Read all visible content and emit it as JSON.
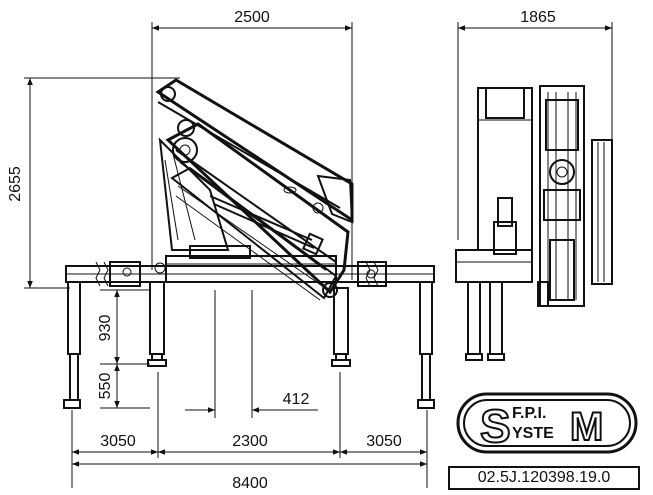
{
  "dimensions": {
    "front_width": "2500",
    "side_width": "1865",
    "height": "2655",
    "stroke_upper": "930",
    "stroke_lower": "550",
    "small_offset": "412",
    "outrigger_left": "3050",
    "outrigger_center": "2300",
    "outrigger_right": "3050",
    "total_span": "8400"
  },
  "logo": {
    "line1": "F.P.I.",
    "line2": "YSTE",
    "letter_s": "S",
    "letter_m": "M"
  },
  "reference": "02.5J.120398.19.0",
  "colors": {
    "ink": "#111111",
    "paper": "#ffffff"
  }
}
